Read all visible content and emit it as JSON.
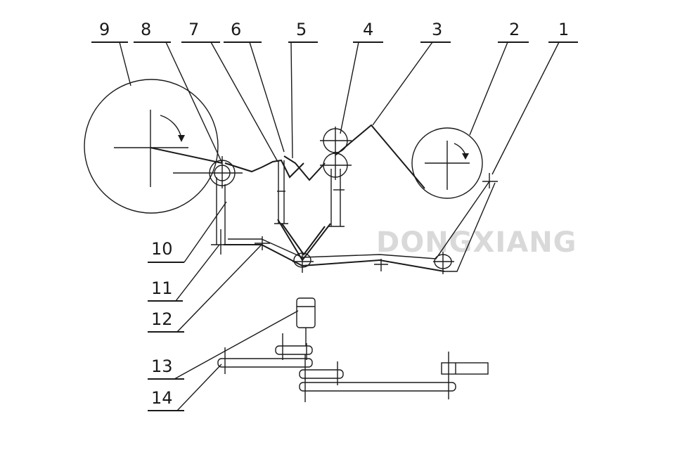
{
  "diagram": {
    "callouts": [
      "1",
      "2",
      "3",
      "4",
      "5",
      "6",
      "7",
      "8",
      "9",
      "10",
      "11",
      "12",
      "13",
      "14"
    ],
    "watermark": "DONGXIANG"
  }
}
